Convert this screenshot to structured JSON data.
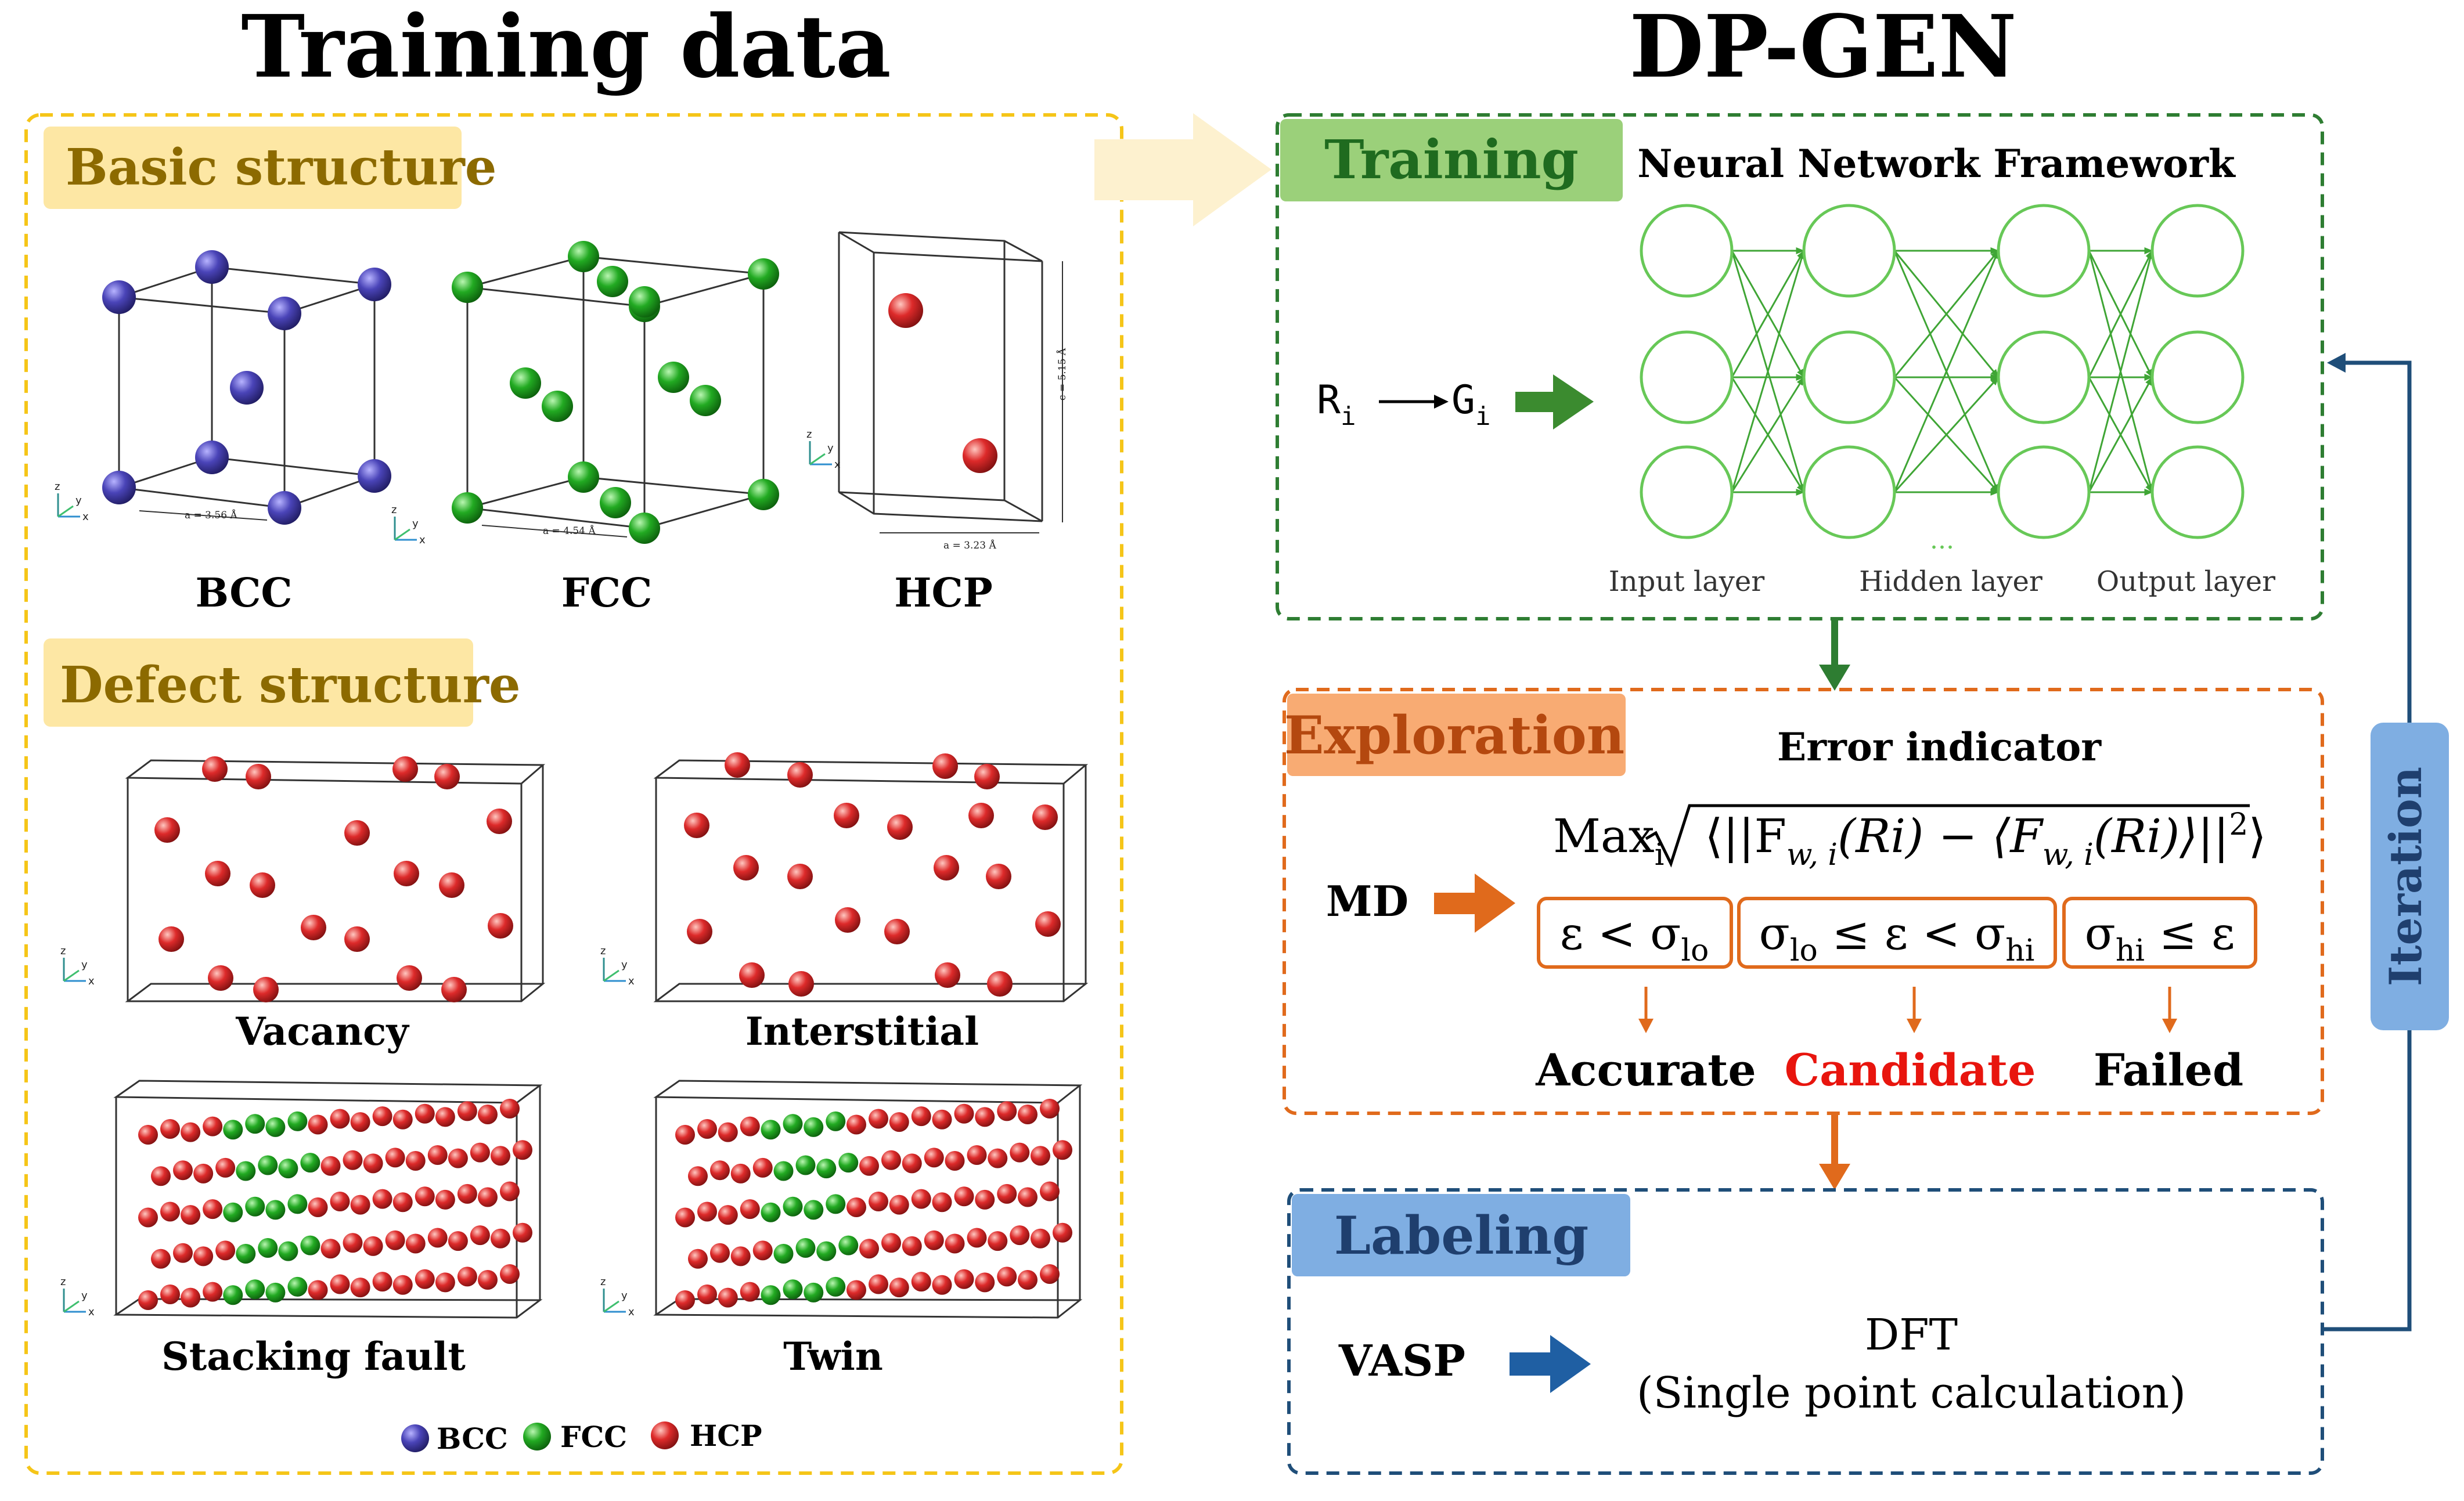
{
  "titles": {
    "left": "Training data",
    "right": "DP-GEN"
  },
  "training_data": {
    "basic_label": "Basic structure",
    "defect_label": "Defect structure",
    "crystals": [
      {
        "name": "BCC",
        "dimension": "a = 3.56 Å"
      },
      {
        "name": "FCC",
        "dimension": "a = 4.54 Å"
      },
      {
        "name": "HCP",
        "dimension_a": "a = 3.23 Å",
        "dimension_c": "c = 5.15 Å"
      }
    ],
    "defects": [
      "Vacancy",
      "Interstitial",
      "Stacking fault",
      "Twin"
    ],
    "axes": {
      "x": "x",
      "y": "y",
      "z": "z"
    },
    "legend": [
      {
        "label": "BCC",
        "color": "#4a44b8"
      },
      {
        "label": "FCC",
        "color": "#22aa22"
      },
      {
        "label": "HCP",
        "color": "#dd2a2a"
      }
    ]
  },
  "dpgen": {
    "training": {
      "label": "Training",
      "nn_title": "Neural Network Framework",
      "r": "R",
      "r_sub": "i",
      "g": "G",
      "g_sub": "i",
      "layers": [
        "Input layer",
        "Hidden layer",
        "Output layer"
      ],
      "ellipsis": "..."
    },
    "exploration": {
      "label": "Exploration",
      "indicator_title": "Error indicator",
      "formula": {
        "max": "Max",
        "max_sub": "i",
        "body_1": "⟨||F",
        "sub_1": "w, i",
        "body_2": "(Ri) − ⟨F",
        "sub_2": "w, i",
        "body_3": "(Ri)⟩||",
        "sup": "2",
        "body_4": "⟩"
      },
      "md": "MD",
      "conditions": [
        {
          "pre": "ε < σ",
          "sub": "lo",
          "post": ""
        },
        {
          "pre": "σ",
          "sub": "lo",
          "post": " ≤ ε < σ",
          "sub2": "hi"
        },
        {
          "pre": "σ",
          "sub": "hi",
          "post": " ≤ ε"
        }
      ],
      "outcomes": [
        {
          "label": "Accurate",
          "color": "#000000"
        },
        {
          "label": "Candidate",
          "color": "#e8150e"
        },
        {
          "label": "Failed",
          "color": "#000000"
        }
      ]
    },
    "labeling": {
      "label": "Labeling",
      "vasp": "VASP",
      "dft": "DFT",
      "dft_detail": "(Single point calculation)"
    },
    "iteration": "Iteration"
  },
  "colors": {
    "gold_border": "#f5c518",
    "gold_fill": "#fde7a4",
    "gold_text": "#8c6a00",
    "green_border": "#2e7d32",
    "green_fill": "#9bd07a",
    "green_text": "#1f6b1f",
    "orange_border": "#e06a1c",
    "orange_fill": "#f8ab73",
    "orange_text": "#b4480f",
    "blue_border": "#1f4e79",
    "blue_fill": "#7faee2",
    "blue_text": "#1f3f6e",
    "nn": "#67c857"
  }
}
